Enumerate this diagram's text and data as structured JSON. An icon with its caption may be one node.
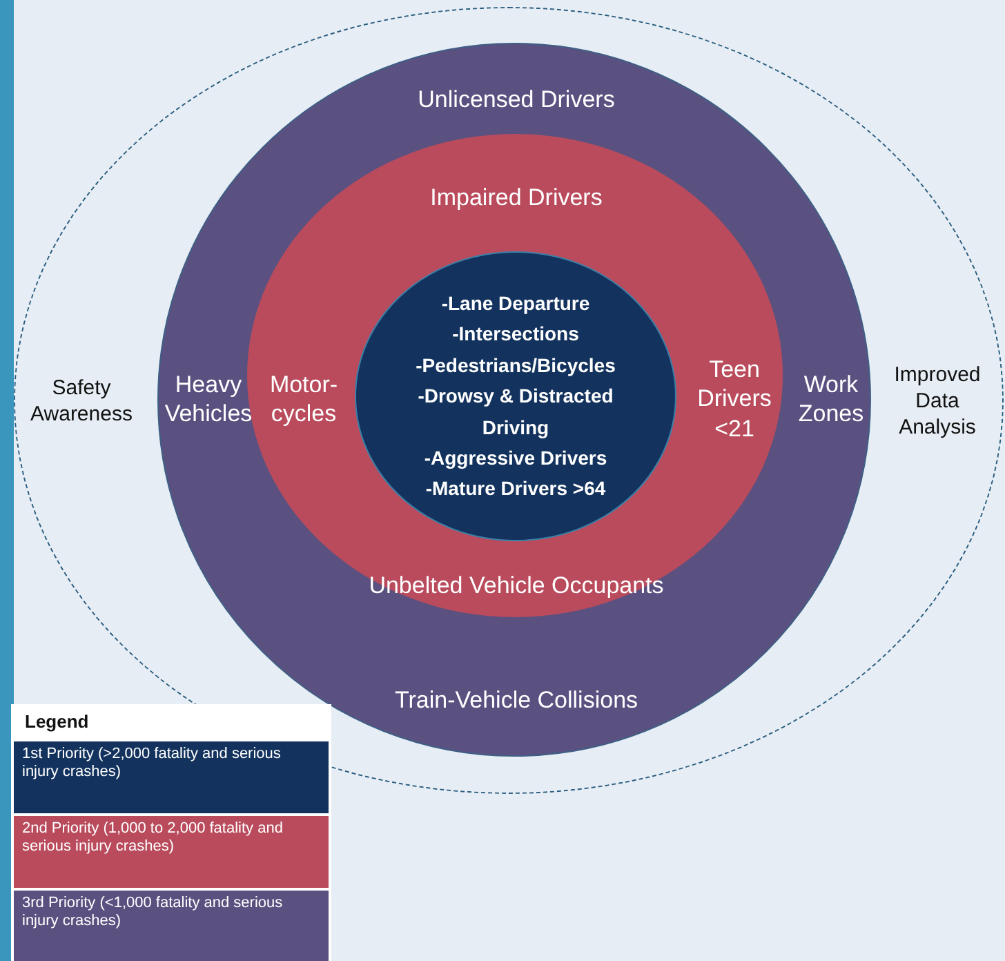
{
  "diagram": {
    "nodes": [
      {
        "text": [
          "Safety Awareness",
          "Improved Data Analysis"
        ]
      },
      {
        "text": [
          "Unlicensed Drivers",
          "Heavy Vehicles",
          "Work Zones",
          "Train-Vehicle Collisions"
        ],
        "in": 0
      },
      {
        "text": [
          "Impaired Drivers",
          "Motor- cycles",
          "Teen Drivers <21",
          "Unbelted Vehicle Occupants"
        ],
        "in": 1
      },
      {
        "text": [
          "-Lane Departure",
          "-Intersections",
          "-Pedestrians/Bicycles",
          "-Drowsy & Distracted Driving",
          "-Aggressive Drivers",
          "-Mature Drivers >64"
        ],
        "in": 2
      }
    ],
    "labels": [
      "Legend"
    ],
    "legend": [
      {
        "text": "1st Priority (>2,000 fatality and serious injury crashes)",
        "color": "#13335e"
      },
      {
        "text": "2nd Priority (1,000 to 2,000 fatality and serious injury crashes)",
        "color": "#b94b5c"
      },
      {
        "text": "3rd Priority (<1,000 fatality and serious injury crashes)",
        "color": "#5b5180"
      }
    ]
  }
}
